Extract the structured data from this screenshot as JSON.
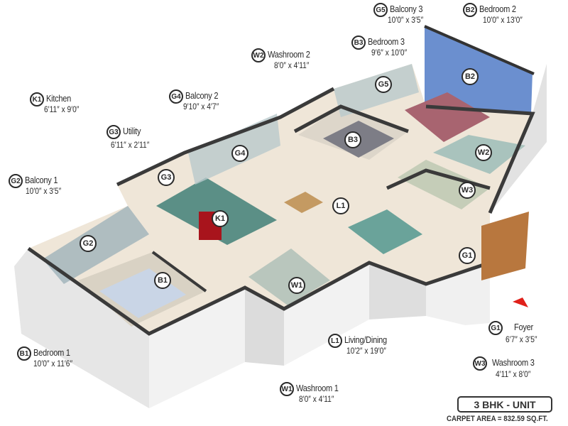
{
  "legend": [
    {
      "code": "G5",
      "name": "Balcony 3",
      "dims": "10′0″ x 3′5″"
    },
    {
      "code": "B2",
      "name": "Bedroom 2",
      "dims": "10′0″ x 13′0″"
    },
    {
      "code": "B3",
      "name": "Bedroom 3",
      "dims": "9′6″ x 10′0″"
    },
    {
      "code": "W2",
      "name": "Washroom 2",
      "dims": "8′0″ x 4′11″"
    },
    {
      "code": "G4",
      "name": "Balcony 2",
      "dims": "9′10″ x 4′7″"
    },
    {
      "code": "K1",
      "name": "Kitchen",
      "dims": "6′11″ x 9′0″"
    },
    {
      "code": "G3",
      "name": "Utility",
      "dims": "6′11″ x 2′11″"
    },
    {
      "code": "G2",
      "name": "Balcony 1",
      "dims": "10′0″ x 3′5″"
    },
    {
      "code": "B1",
      "name": "Bedroom 1",
      "dims": "10′0″ x 11′6″"
    },
    {
      "code": "L1",
      "name": "Living/Dining",
      "dims": "10′2″ x 19′0″"
    },
    {
      "code": "W1",
      "name": "Washroom 1",
      "dims": "8′0″ x 4′11″"
    },
    {
      "code": "G1",
      "name": "Foyer",
      "dims": "6′7″ x 3′5″"
    },
    {
      "code": "W3",
      "name": "Washroom 3",
      "dims": "4′11″ x 8′0″"
    }
  ],
  "plan_markers": [
    "G5",
    "B2",
    "B3",
    "G4",
    "G3",
    "W2",
    "W3",
    "L1",
    "K1",
    "G2",
    "B1",
    "W1",
    "G1"
  ],
  "unit_type": "3 BHK - UNIT",
  "carpet_area": "CARPET AREA = 832.59 SQ.FT.",
  "colors": {
    "accent_wall": "#6b8fcf",
    "floor": "#efe6d8",
    "wall": "#e9e9e9",
    "wall_top": "#3a3a3a",
    "entry_arrow": "#e0201a"
  }
}
